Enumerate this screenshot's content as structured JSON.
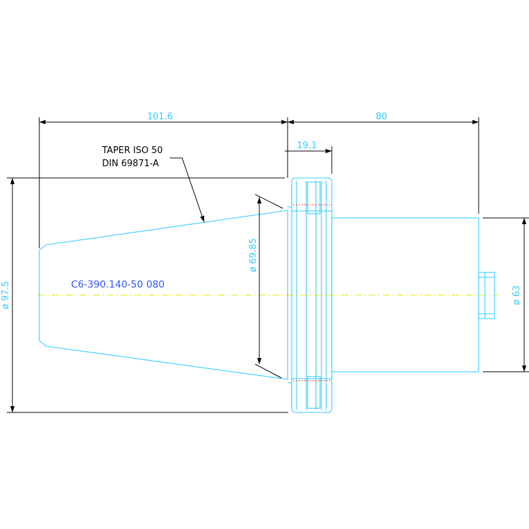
{
  "dimensions": {
    "taper_length": "101.6",
    "shank_length": "80",
    "flange_width": "19.1",
    "flange_diameter": "ø 97.5",
    "gauge_diameter": "ø 69.85",
    "shank_diameter": "ø 63"
  },
  "labels": {
    "taper_line1": "TAPER ISO 50",
    "taper_line2": "DIN 69871-A",
    "part_number": "C6-390.140-50 080"
  },
  "colors": {
    "outline": "#33ccff",
    "dimension": "#000000",
    "centerline": "#e8e800",
    "hidden": "#ff2a2a",
    "part_text": "#3355ff"
  }
}
